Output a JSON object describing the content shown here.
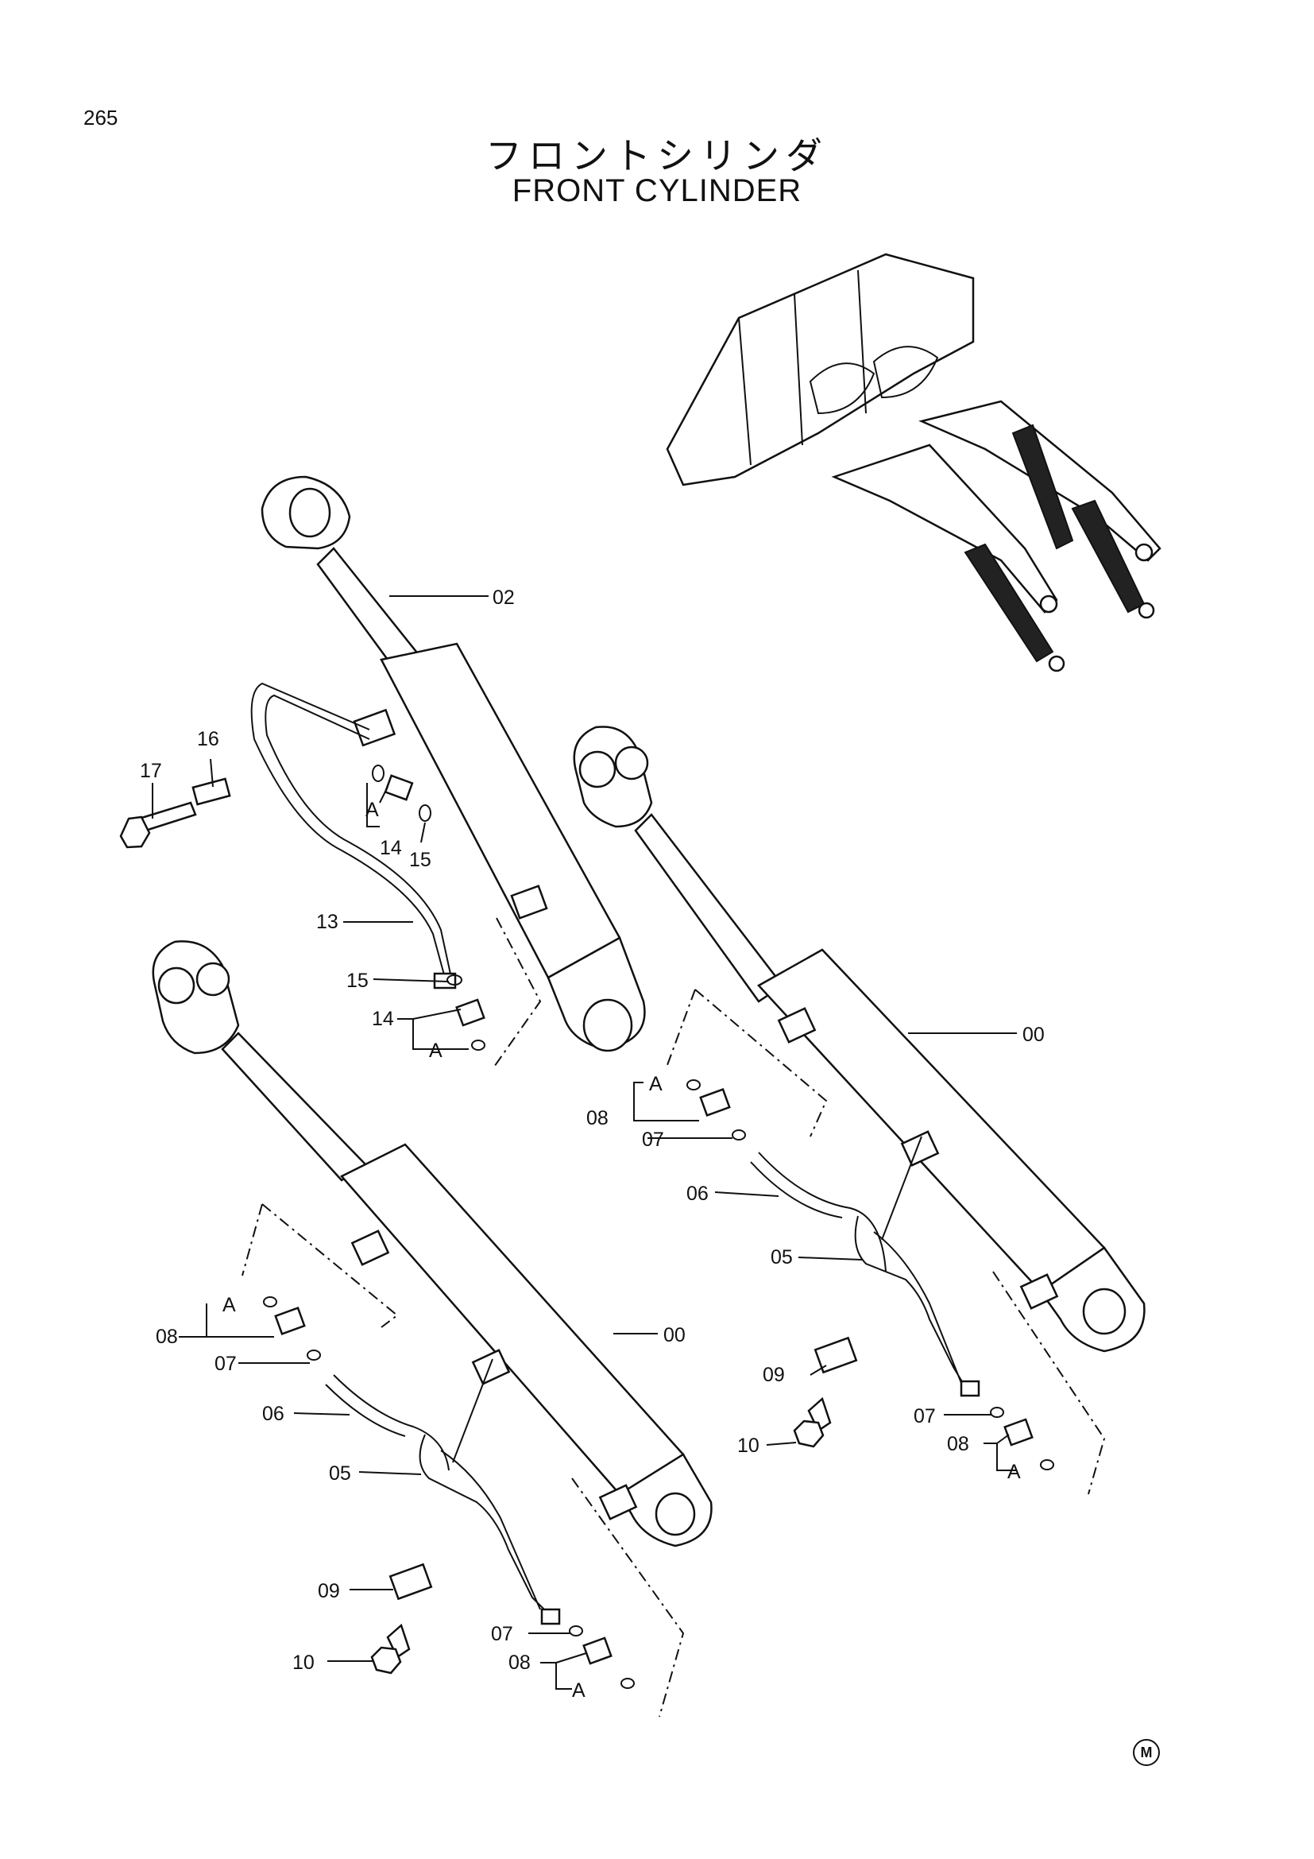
{
  "page": {
    "number": "265"
  },
  "title": {
    "japanese": "フロントシリンダ",
    "english": "FRONT CYLINDER"
  },
  "callouts": {
    "c02": "02",
    "c16": "16",
    "c17": "17",
    "c14a": "14",
    "c15a": "15",
    "cAa": "A",
    "c13": "13",
    "c15b": "15",
    "c14b": "14",
    "cAb": "A",
    "c00r": "00",
    "cAr1": "A",
    "c08r1": "08",
    "c07r1": "07",
    "c06r": "06",
    "c05r": "05",
    "c09r": "09",
    "c10r": "10",
    "c07r2": "07",
    "c08r2": "08",
    "cAr2": "A",
    "c00l": "00",
    "cAl1": "A",
    "c08l1": "08",
    "c07l1": "07",
    "c06l": "06",
    "c05l": "05",
    "c09l": "09",
    "c10l": "10",
    "c07l2": "07",
    "c08l2": "08",
    "cAl2": "A"
  },
  "mark": "M"
}
